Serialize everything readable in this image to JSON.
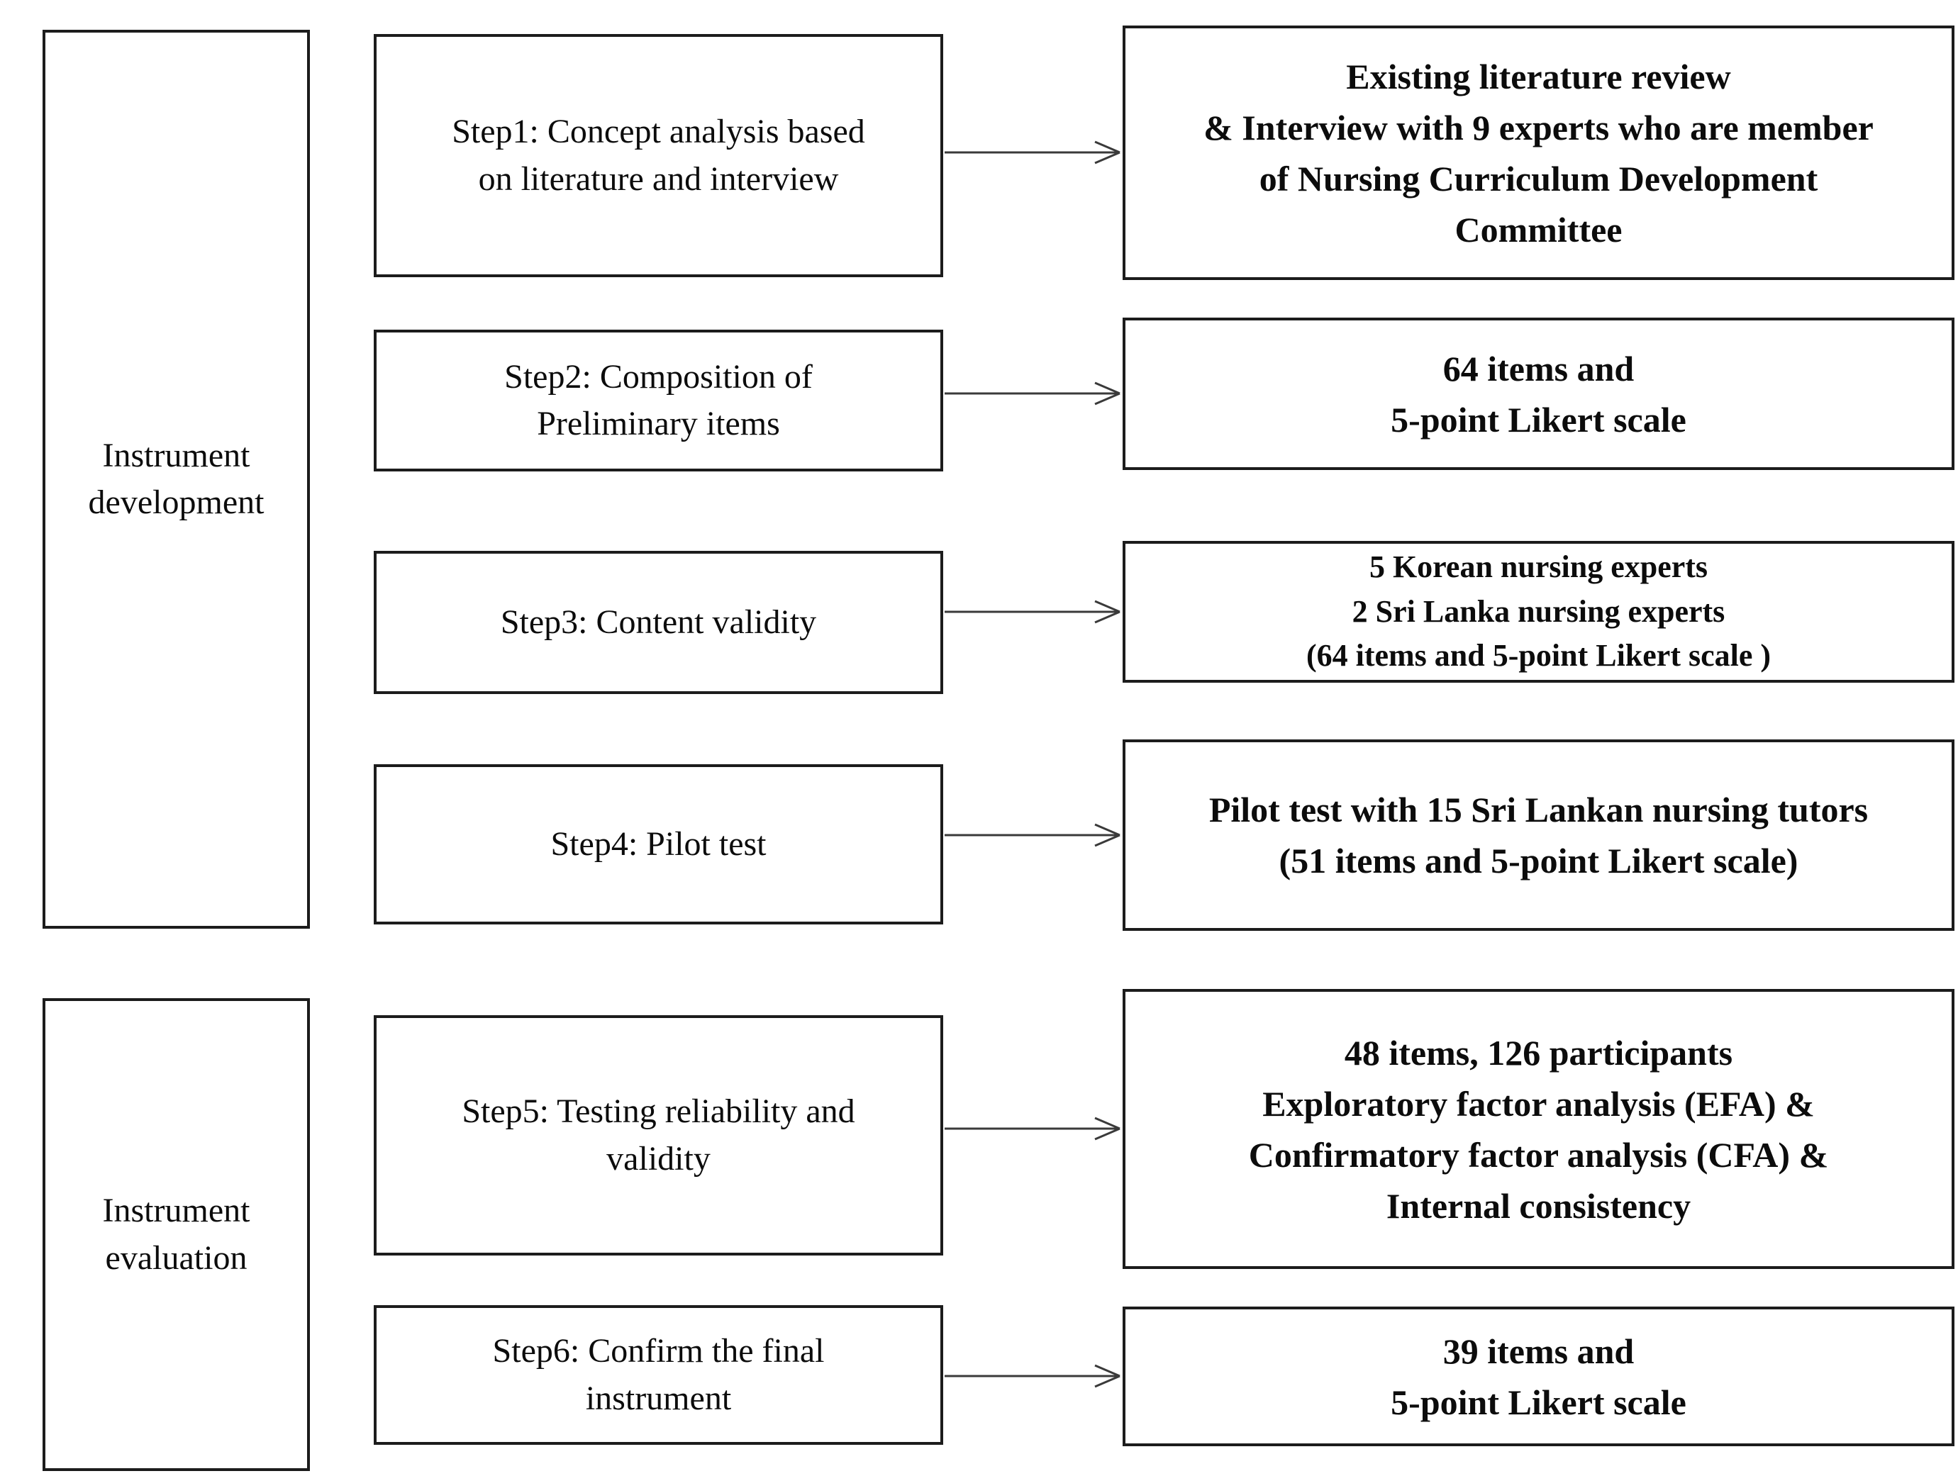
{
  "diagram": {
    "groups": [
      {
        "label": "Instrument\ndevelopment"
      },
      {
        "label": "Instrument\nevaluation"
      }
    ],
    "steps": [
      {
        "label": "Step1: Concept analysis based\non literature and interview"
      },
      {
        "label": "Step2: Composition of\nPreliminary items"
      },
      {
        "label": "Step3: Content validity"
      },
      {
        "label": "Step4: Pilot test"
      },
      {
        "label": "Step5: Testing reliability and\nvalidity"
      },
      {
        "label": "Step6: Confirm the final\ninstrument"
      }
    ],
    "results": [
      {
        "text": "Existing literature review\n& Interview with 9 experts who are member\nof Nursing Curriculum Development\nCommittee"
      },
      {
        "text": "64 items and\n5-point Likert scale"
      },
      {
        "text": "5 Korean nursing experts\n2 Sri Lanka nursing experts\n(64 items and 5-point Likert scale )"
      },
      {
        "text": "Pilot test with 15 Sri Lankan nursing tutors\n(51 items and 5-point Likert scale)"
      },
      {
        "text": "48 items, 126 participants\nExploratory factor analysis (EFA) &\nConfirmatory factor analysis (CFA) &\nInternal consistency"
      },
      {
        "text": "39 items and\n5-point Likert scale"
      }
    ],
    "colors": {
      "border": "#1c1c1c",
      "arrow": "#3a3a3a",
      "background": "#ffffff",
      "text": "#000000"
    }
  }
}
